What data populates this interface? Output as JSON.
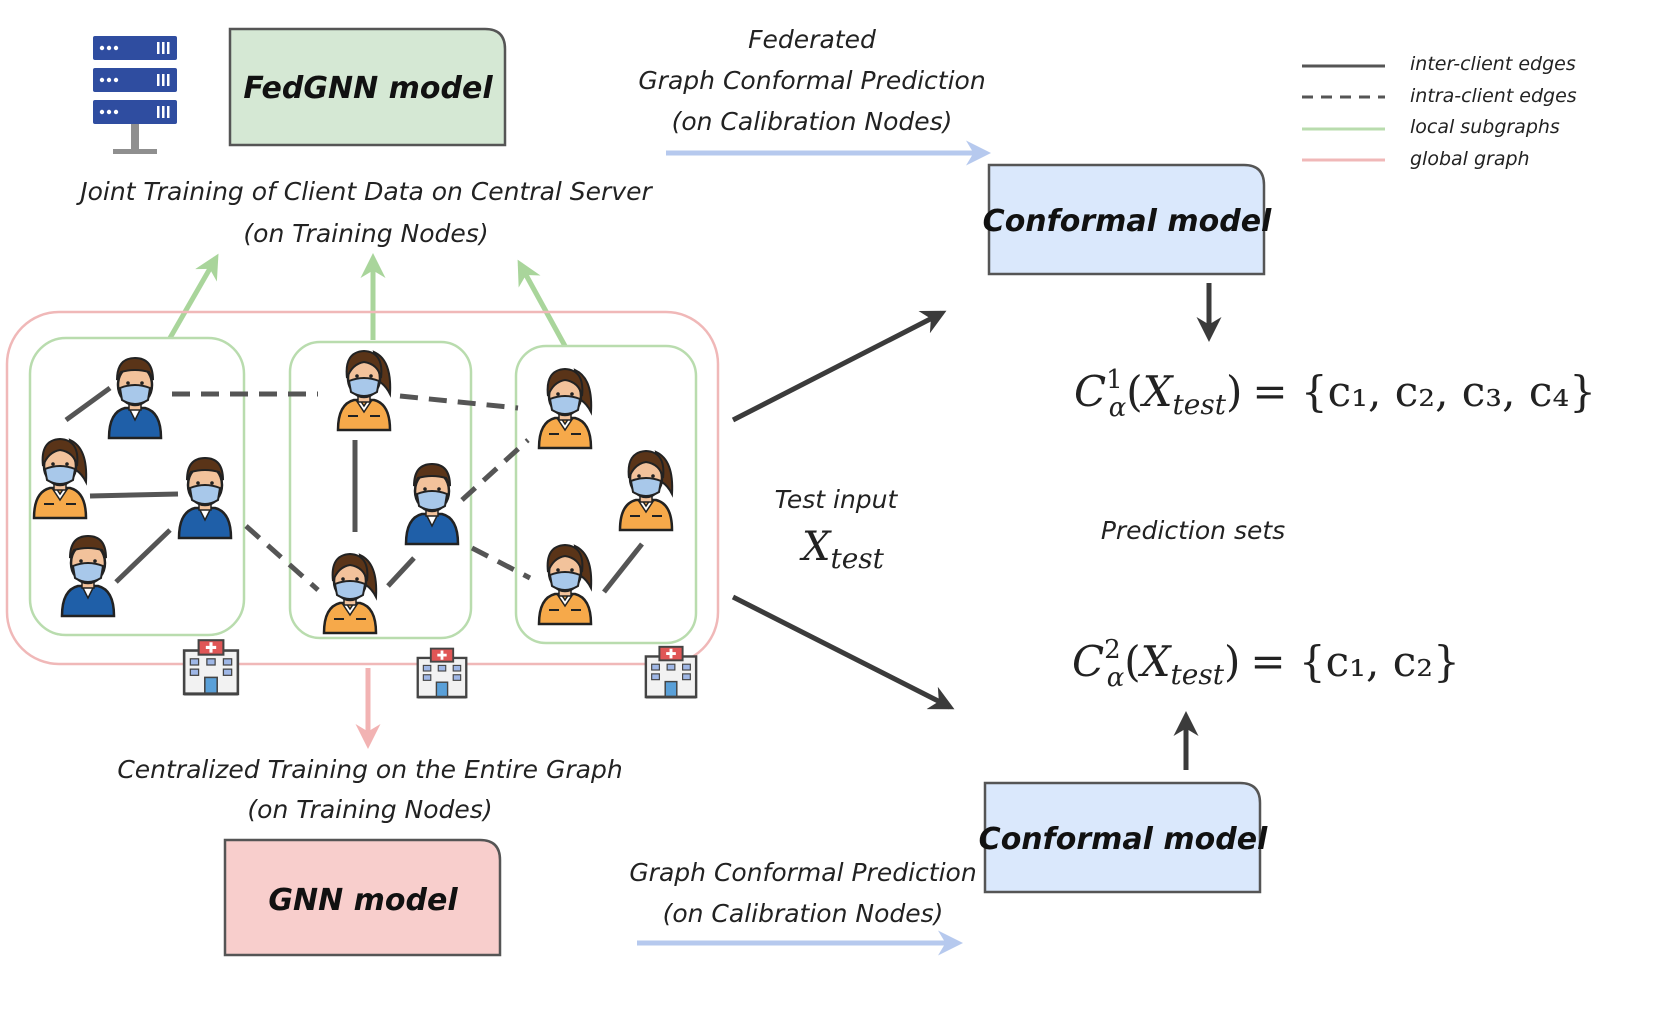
{
  "colors": {
    "fedgnn_box": "#d5e8d4",
    "gnn_box": "#f8cecc",
    "conformal_box": "#dae8fc",
    "local_subgraph": "#b9dcae",
    "global_graph": "#f0b8b8",
    "federated_arrow": "#b6c9ee",
    "edge": "#555555",
    "male_shirt": "#1f5fa8",
    "female_shirt": "#f6a94a",
    "hair": "#5a3418",
    "skin": "#f2c29b",
    "mask": "#a8c8ea"
  },
  "boxes": {
    "fedgnn": "FedGNN model",
    "gnn": "GNN model",
    "conformal_top": "Conformal model",
    "conformal_bottom": "Conformal model"
  },
  "labels": {
    "joint_training_line1": "Joint Training of Client Data on Central Server",
    "joint_training_line2": "(on Training Nodes)",
    "centralized_line1": "Centralized Training on the Entire Graph",
    "centralized_line2": "(on Training Nodes)",
    "federated_line1": "Federated",
    "federated_line2": "Graph Conformal Prediction",
    "federated_line3": "(on Calibration Nodes)",
    "graph_cp_line1": "Graph Conformal Prediction",
    "graph_cp_line2": "(on Calibration Nodes)",
    "test_input": "Test input",
    "prediction_sets": "Prediction sets"
  },
  "math": {
    "x_base": "X",
    "x_sub": "test",
    "c_base": "C",
    "alpha": "α",
    "sup1": "1",
    "sup2": "2",
    "set1_rhs": "= {c₁, c₂, c₃, c₄}",
    "set2_rhs": "= {c₁, c₂}"
  },
  "legend": {
    "inter_client": "inter-client edges",
    "intra_client": "intra-client edges",
    "local_subgraphs": "local subgraphs",
    "global_graph": "global graph"
  },
  "icons": {
    "server": "server-rack-icon",
    "hospital": "hospital-icon",
    "male": "masked-man-icon",
    "female": "masked-woman-icon"
  }
}
